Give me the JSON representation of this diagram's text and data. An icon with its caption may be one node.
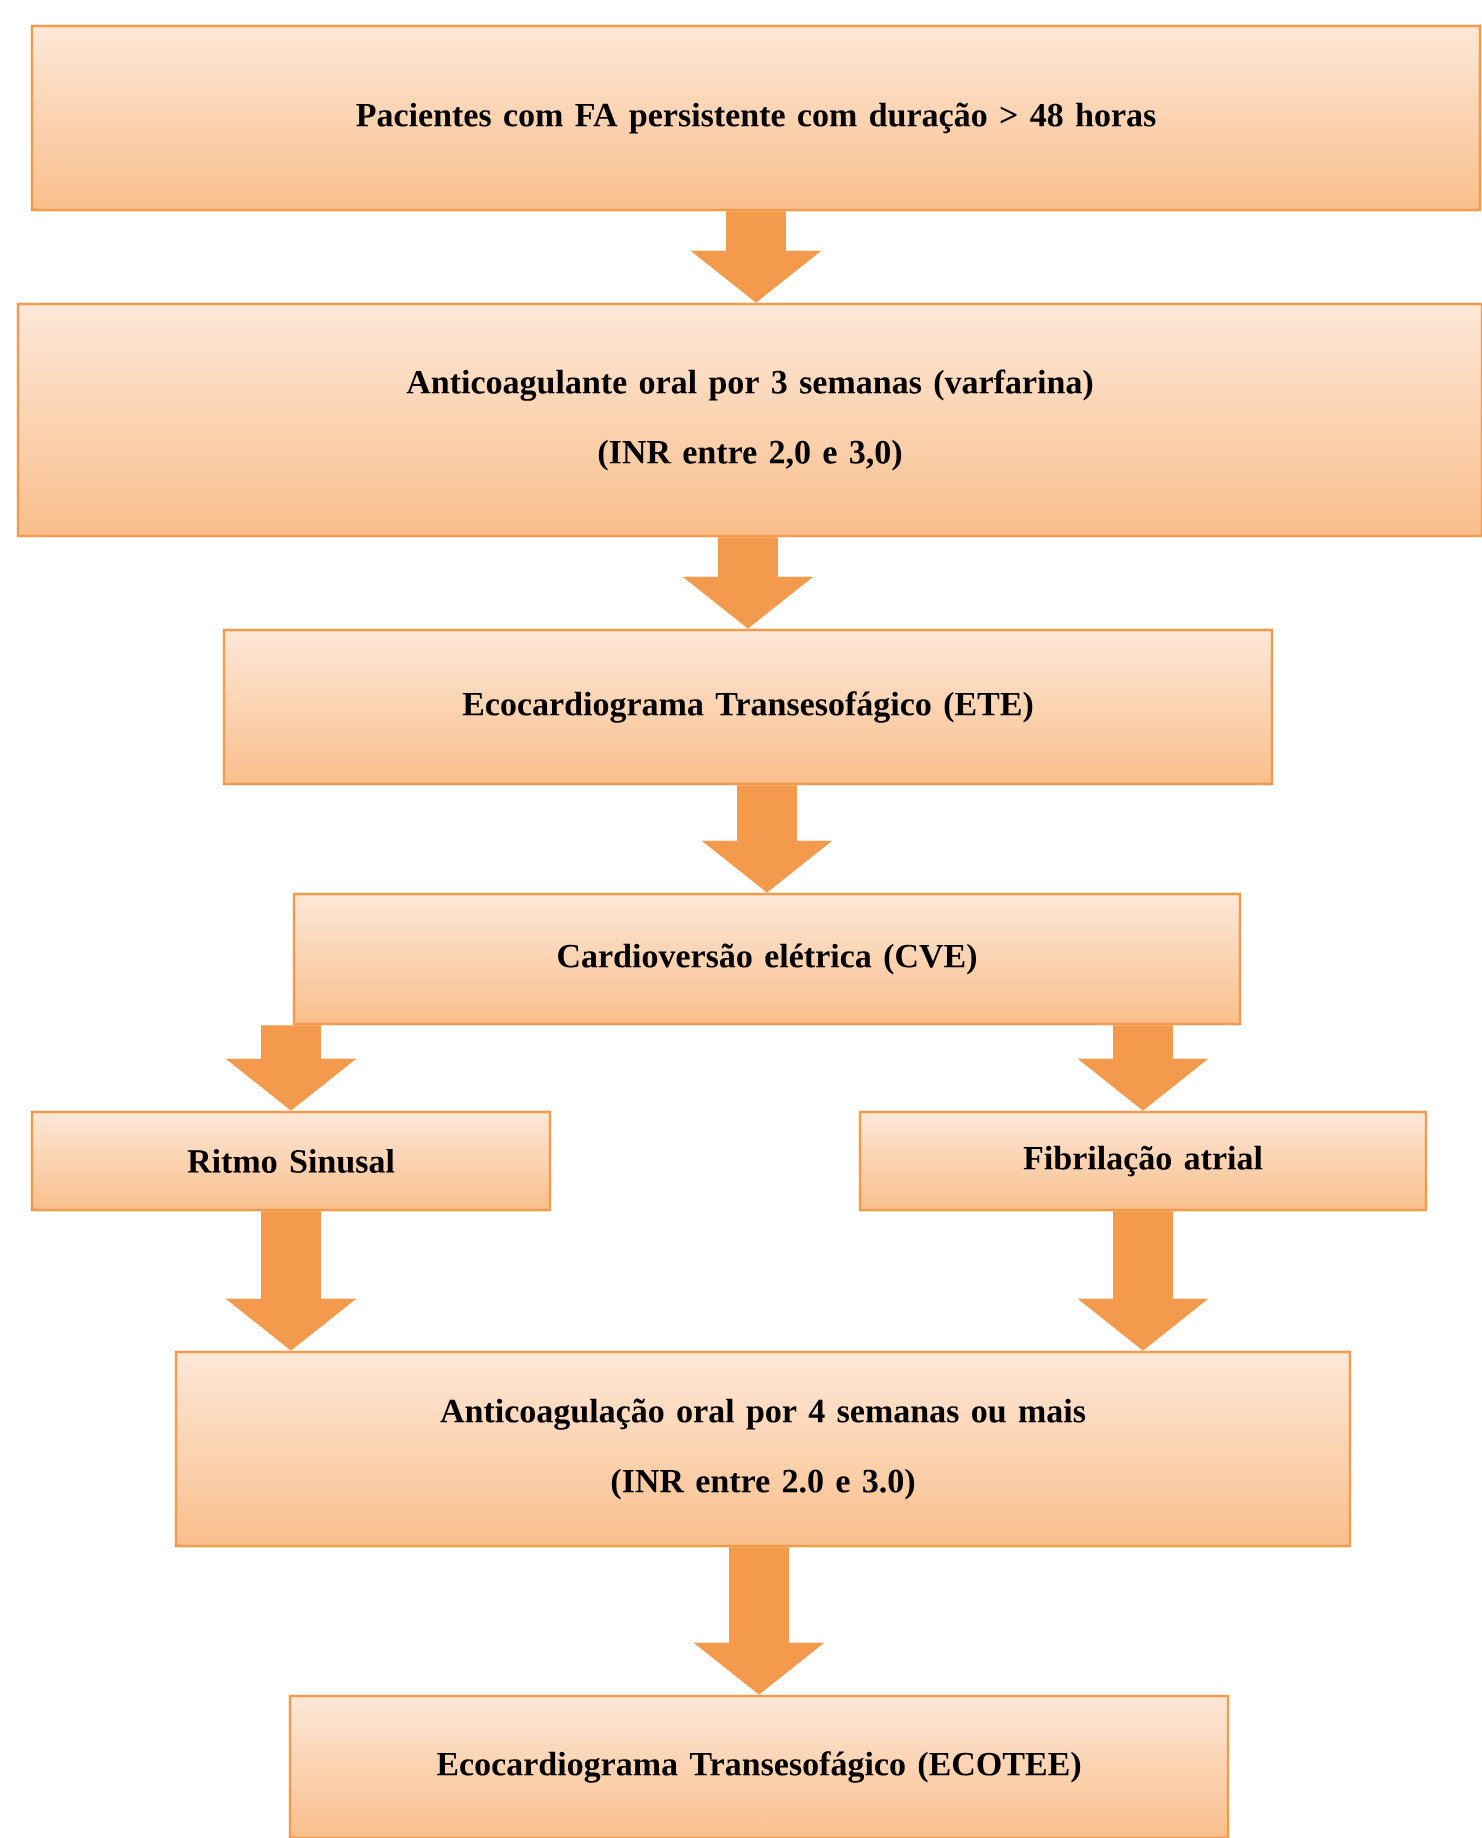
{
  "diagram": {
    "nodes": [
      {
        "text": [
          "Pacientes com FA persistente com duração > 48 horas"
        ]
      },
      {
        "text": [
          "Anticoagulante oral por 3 semanas (varfarina)",
          "(INR entre 2,0 e 3,0)"
        ]
      },
      {
        "text": [
          "Ecocardiograma Transesofágico (ETE)"
        ]
      },
      {
        "text": [
          "Cardioversão elétrica (CVE)"
        ]
      },
      {
        "text": [
          "Ritmo Sinusal"
        ]
      },
      {
        "text": [
          "Fibrilação atrial"
        ]
      },
      {
        "text": [
          "Anticoagulação oral por 4 semanas ou mais",
          "(INR entre 2.0 e 3.0)"
        ]
      },
      {
        "text": [
          "Ecocardiograma Transesofágico (ECOTEE)"
        ]
      }
    ],
    "edges": [
      {
        "from": 0,
        "to": 1,
        "arrow": "to"
      },
      {
        "from": 1,
        "to": 2,
        "arrow": "to"
      },
      {
        "from": 2,
        "to": 3,
        "arrow": "to"
      },
      {
        "from": 3,
        "to": 4,
        "arrow": "to"
      },
      {
        "from": 3,
        "to": 5,
        "arrow": "to"
      },
      {
        "from": 4,
        "to": 6,
        "arrow": "to"
      },
      {
        "from": 5,
        "to": 6,
        "arrow": "to"
      },
      {
        "from": 6,
        "to": 7,
        "arrow": "to"
      }
    ]
  }
}
